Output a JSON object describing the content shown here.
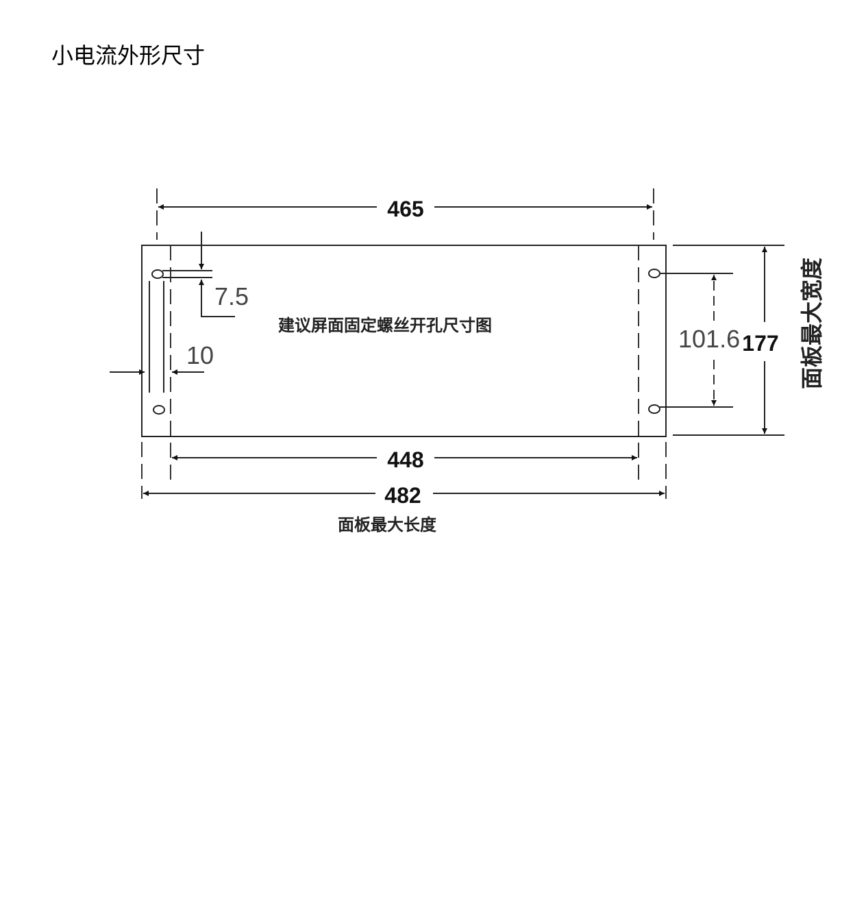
{
  "title": "小电流外形尺寸",
  "diagram": {
    "center_label": "建议屏面固定螺丝开孔尺寸图",
    "dim_465": "465",
    "dim_448": "448",
    "dim_482": "482",
    "dim_177": "177",
    "dim_101_6": "101.6",
    "dim_7_5": "7.5",
    "dim_10": "10",
    "length_label": "面板最大长度",
    "width_label": "面板最大宽度"
  }
}
